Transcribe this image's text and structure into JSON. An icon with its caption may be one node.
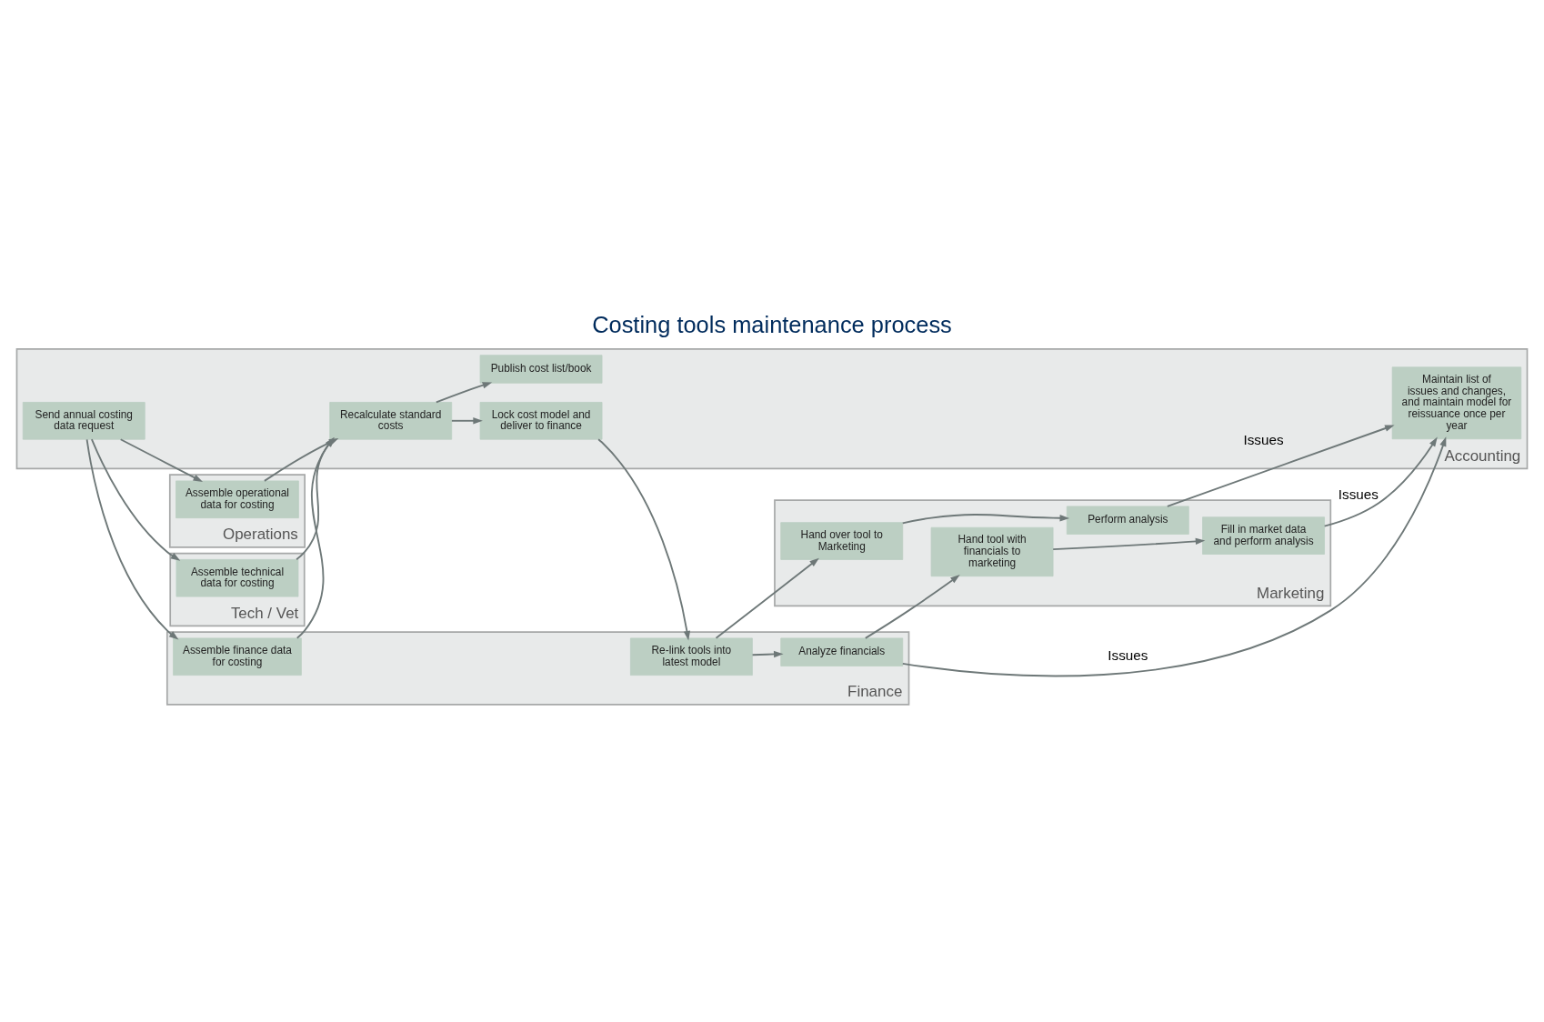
{
  "diagram": {
    "title": "Costing tools maintenance process",
    "nodes": [
      {
        "text": [
          "Marketing"
        ]
      },
      {
        "text": [
          "Finance"
        ]
      },
      {
        "text": [
          "Accounting"
        ]
      },
      {
        "text": [
          "Operations"
        ]
      },
      {
        "text": [
          "Tech / Vet"
        ]
      },
      {
        "text": [
          "Hand over tool to Marketing"
        ],
        "in": 0
      },
      {
        "text": [
          "Perform analysis"
        ],
        "in": 0
      },
      {
        "text": [
          "Hand tool with financials to marketing"
        ],
        "in": 0
      },
      {
        "text": [
          "Fill in market data and perform analysis"
        ],
        "in": 0
      },
      {
        "text": [
          "Assemble finance data for costing"
        ],
        "in": 1
      },
      {
        "text": [
          "Re-link tools into latest model"
        ],
        "in": 1
      },
      {
        "text": [
          "Analyze financials"
        ],
        "in": 1
      },
      {
        "text": [
          "Send annual costing data request"
        ],
        "in": 2
      },
      {
        "text": [
          "Recalculate standard costs"
        ],
        "in": 2
      },
      {
        "text": [
          "Lock cost model and deliver to finance"
        ],
        "in": 2
      },
      {
        "text": [
          "Publish cost list/book"
        ],
        "in": 2
      },
      {
        "text": [
          "Maintain list of issues and changes, and maintain model for reissuance once per year"
        ],
        "in": 2
      },
      {
        "text": [
          "Assemble operational data for costing"
        ],
        "in": 3
      },
      {
        "text": [
          "Assemble technical data for costing"
        ],
        "in": 4
      }
    ],
    "edges": [
      {
        "from": 12,
        "to": 9,
        "arrow": "to"
      },
      {
        "from": 12,
        "to": 17,
        "arrow": "to"
      },
      {
        "from": 12,
        "to": 18,
        "arrow": "to"
      },
      {
        "from": 9,
        "to": 13,
        "arrow": "to"
      },
      {
        "from": 17,
        "to": 13,
        "arrow": "to"
      },
      {
        "from": 18,
        "to": 13,
        "arrow": "to"
      },
      {
        "from": 13,
        "to": 14,
        "arrow": "to"
      },
      {
        "from": 13,
        "to": 15,
        "arrow": "to"
      },
      {
        "from": 14,
        "to": 10,
        "arrow": "to"
      },
      {
        "from": 10,
        "to": 5,
        "arrow": "to"
      },
      {
        "from": 10,
        "to": 11,
        "arrow": "to"
      },
      {
        "from": 5,
        "to": 6,
        "arrow": "to"
      },
      {
        "from": 11,
        "to": 7,
        "arrow": "to"
      },
      {
        "from": 7,
        "to": 8,
        "arrow": "to"
      },
      {
        "from": 6,
        "to": 16,
        "label": "Issues",
        "arrow": "to"
      },
      {
        "from": 8,
        "to": 16,
        "label": "Issues",
        "arrow": "to"
      },
      {
        "from": 11,
        "to": 16,
        "label": "Issues",
        "arrow": "to"
      }
    ]
  }
}
